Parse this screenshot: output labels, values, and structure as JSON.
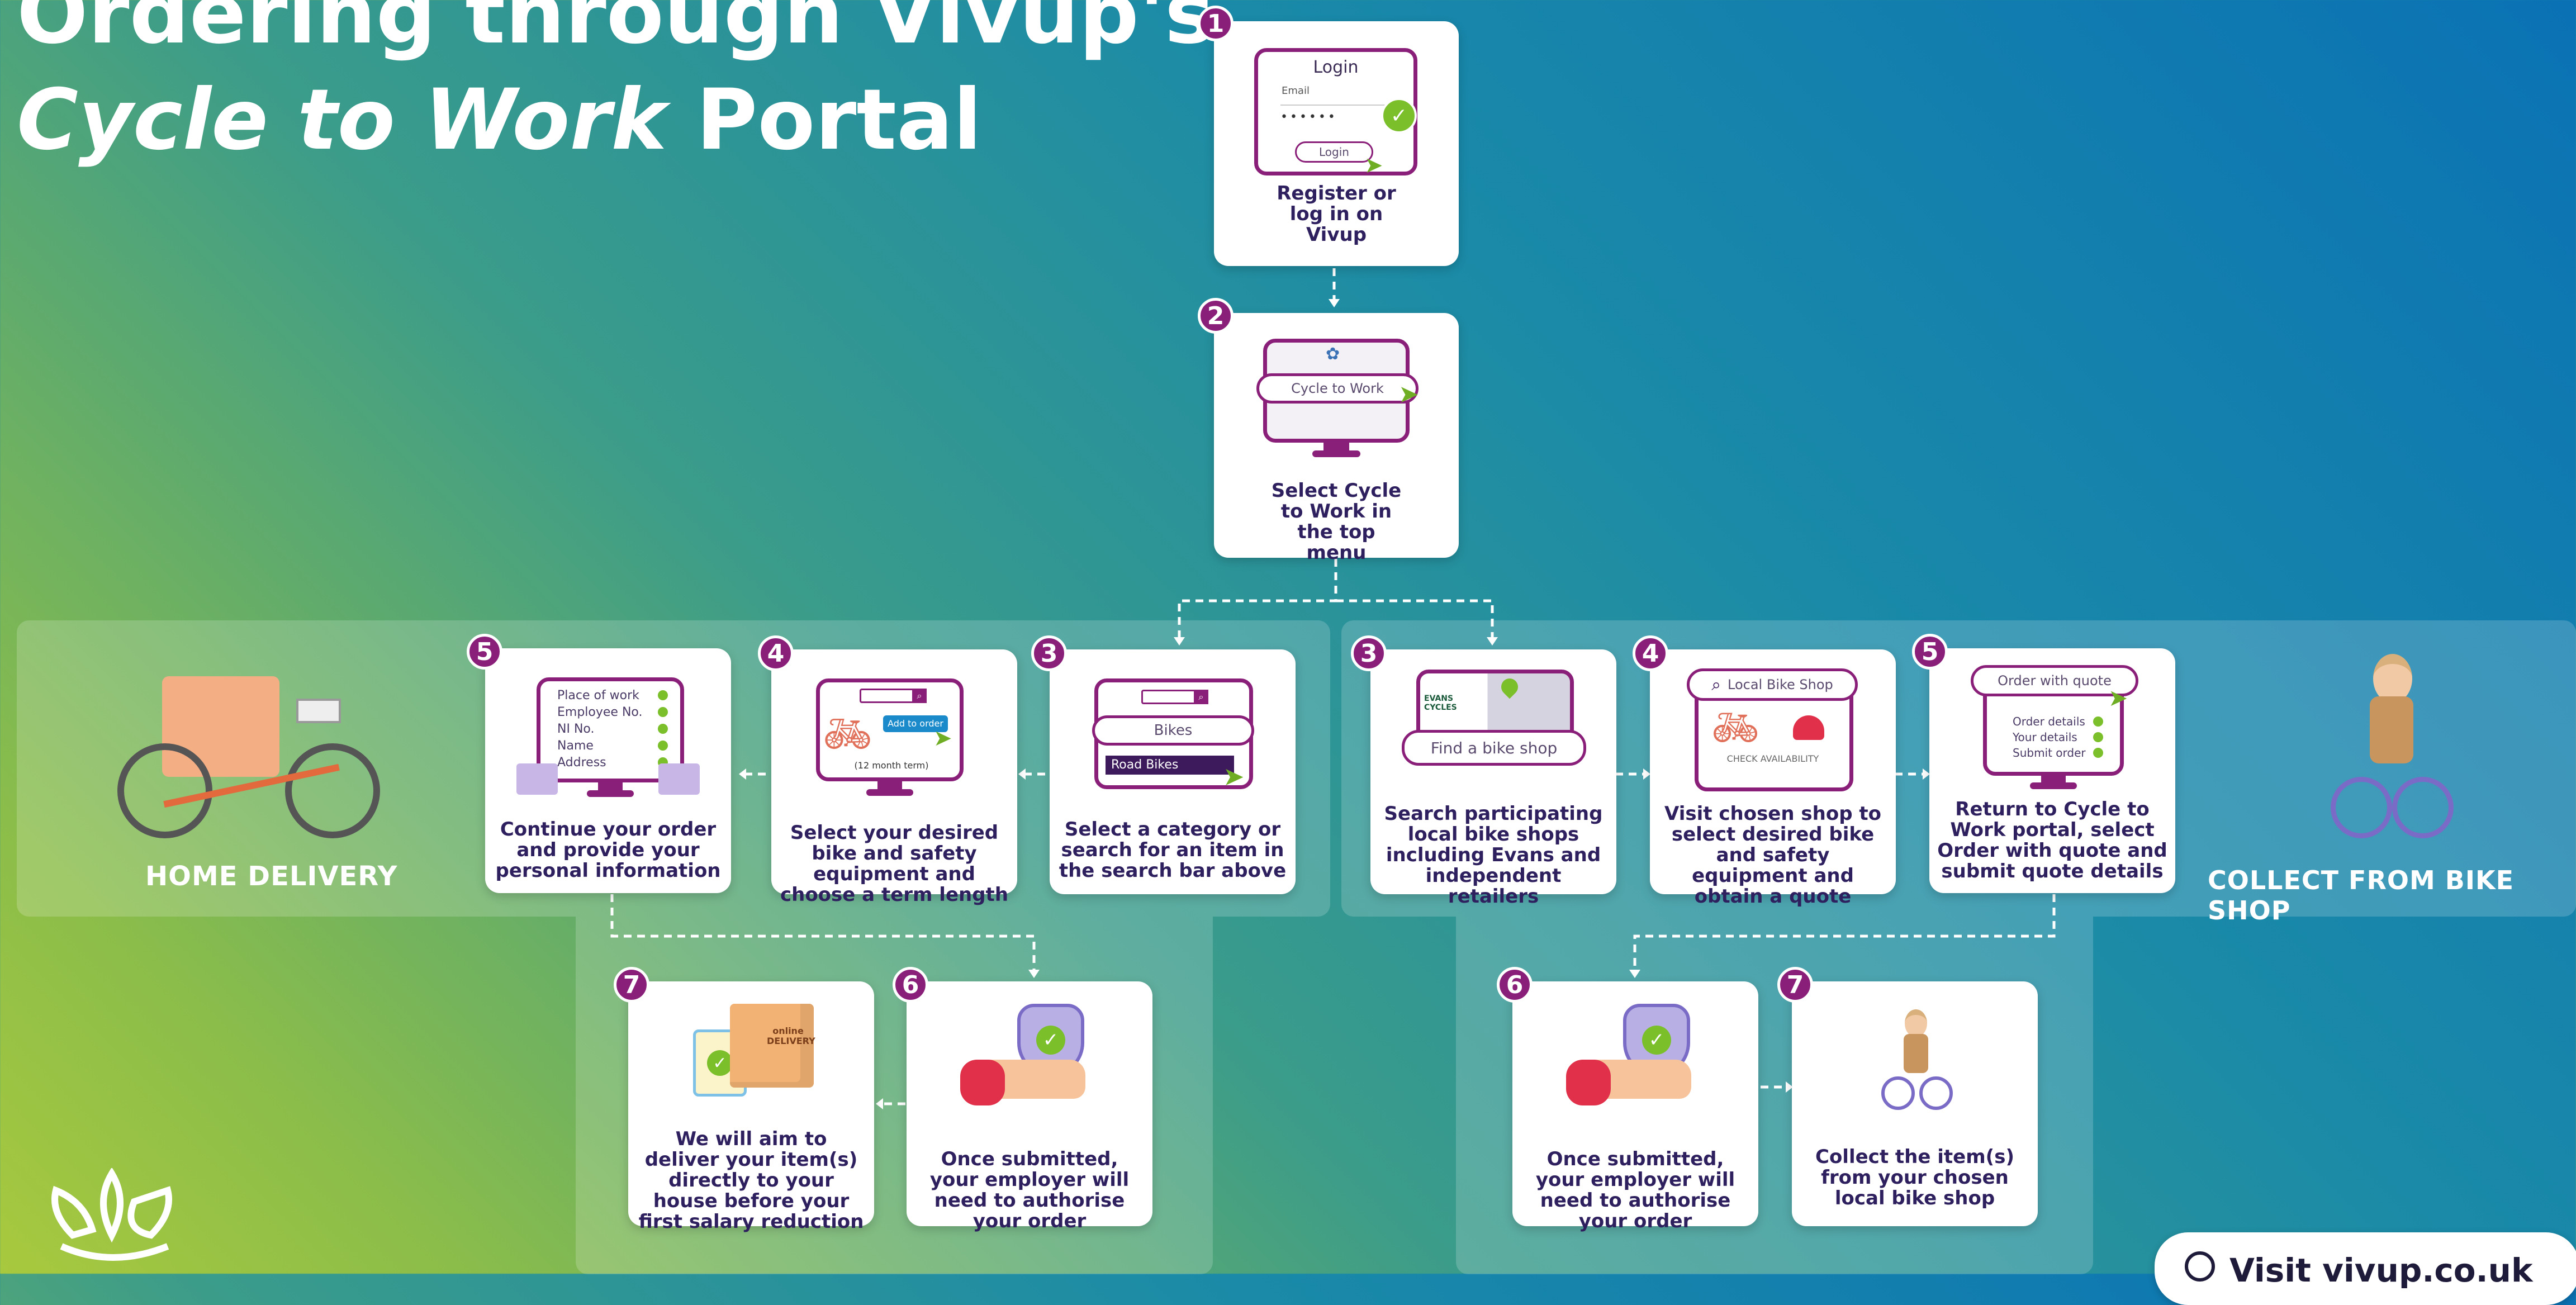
{
  "title": {
    "line1": "Ordering through Vivup's",
    "line2_italic": "Cycle to Work",
    "line2_rest": "Portal"
  },
  "labels": {
    "home_delivery": "HOME DELIVERY",
    "collect": "COLLECT FROM BIKE SHOP"
  },
  "colors": {
    "accent": "#8a1f79",
    "text": "#2e1f5e",
    "check": "#7bbf2b"
  },
  "steps": {
    "s1": {
      "num": "1",
      "text": "Register or log in on Vivup",
      "screen": {
        "title": "Login",
        "email": "Email",
        "password": "••••••",
        "button": "Login"
      }
    },
    "s2": {
      "num": "2",
      "text": "Select Cycle to Work in the top menu",
      "screen": {
        "menu": "Cycle to Work"
      }
    },
    "home": [
      {
        "num": "3",
        "text": "Select a category or search for an item in the search bar above",
        "screen": {
          "pill": "Bikes",
          "selected": "Road Bikes"
        }
      },
      {
        "num": "4",
        "text": "Select your desired bike and safety equipment and choose a term length",
        "screen": {
          "button": "Add to order",
          "term": "(12 month term)"
        }
      },
      {
        "num": "5",
        "text": "Continue your order and provide your personal information",
        "screen": {
          "fields": [
            "Place of work",
            "Employee No.",
            "NI No.",
            "Name",
            "Address"
          ]
        }
      },
      {
        "num": "6",
        "text": "Once submitted, your employer will need to authorise your order"
      },
      {
        "num": "7",
        "text": "We will aim to deliver your item(s) directly to your house before your first salary reduction",
        "screen": {
          "box_text": "online DELIVERY"
        }
      }
    ],
    "collect": [
      {
        "num": "3",
        "text": "Search participating local bike shops including Evans and independent retailers",
        "screen": {
          "pill": "Find a bike shop",
          "brand": "EVANS CYCLES"
        }
      },
      {
        "num": "4",
        "text": "Visit chosen shop to select desired bike and safety equipment and obtain a quote",
        "screen": {
          "search": "Local Bike Shop",
          "availability": "CHECK AVAILABILITY"
        }
      },
      {
        "num": "5",
        "text": "Return to Cycle to Work portal, select Order with quote and submit quote details",
        "screen": {
          "button": "Order with quote",
          "items": [
            "Order details",
            "Your details",
            "Submit order"
          ]
        }
      },
      {
        "num": "6",
        "text": "Once submitted, your employer will need to authorise your order"
      },
      {
        "num": "7",
        "text": "Collect the item(s) from your chosen local bike shop"
      }
    ]
  },
  "footer": {
    "button": "Visit vivup.co.uk"
  }
}
